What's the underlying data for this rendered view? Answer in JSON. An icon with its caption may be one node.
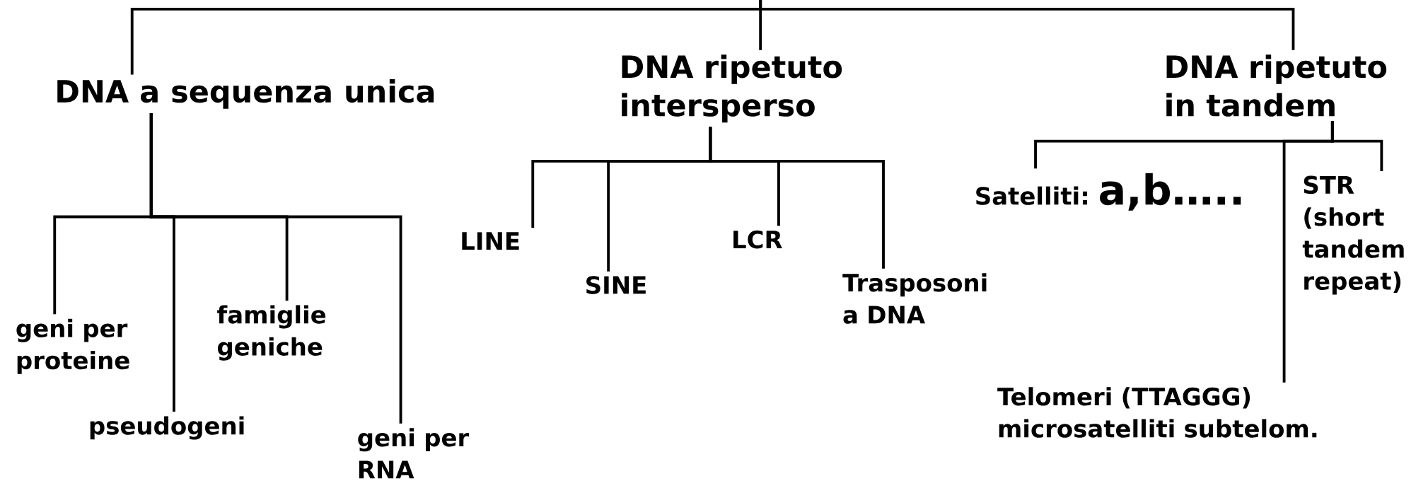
{
  "diagram": {
    "nodes": [
      {
        "text": [
          "DNA a sequenza unica"
        ]
      },
      {
        "text": [
          "DNA ripetuto intersperso"
        ]
      },
      {
        "text": [
          "DNA ripetuto in tandem"
        ]
      },
      {
        "text": [
          "geni per proteine"
        ]
      },
      {
        "text": [
          "pseudogeni"
        ]
      },
      {
        "text": [
          "famiglie geniche"
        ]
      },
      {
        "text": [
          "geni per RNA"
        ]
      },
      {
        "text": [
          "LINE"
        ]
      },
      {
        "text": [
          "SINE"
        ]
      },
      {
        "text": [
          "LCR"
        ]
      },
      {
        "text": [
          "Trasposoni a DNA"
        ]
      },
      {
        "text": [
          "Satelliti:",
          "a,b….."
        ]
      },
      {
        "text": [
          "Telomeri (TTAGGG) microsatelliti subtelom."
        ]
      },
      {
        "text": [
          "STR (short tandem repeat)"
        ]
      }
    ],
    "edges": [
      {
        "from": null,
        "to": 0,
        "arrow": "none"
      },
      {
        "from": null,
        "to": 1,
        "arrow": "none"
      },
      {
        "from": null,
        "to": 2,
        "arrow": "none"
      },
      {
        "from": 0,
        "to": 3,
        "arrow": "none"
      },
      {
        "from": 0,
        "to": 4,
        "arrow": "none"
      },
      {
        "from": 0,
        "to": 5,
        "arrow": "none"
      },
      {
        "from": 0,
        "to": 6,
        "arrow": "none"
      },
      {
        "from": 1,
        "to": 7,
        "arrow": "none"
      },
      {
        "from": 1,
        "to": 8,
        "arrow": "none"
      },
      {
        "from": 1,
        "to": 9,
        "arrow": "none"
      },
      {
        "from": 1,
        "to": 10,
        "arrow": "none"
      },
      {
        "from": 2,
        "to": 11,
        "arrow": "none"
      },
      {
        "from": 2,
        "to": 12,
        "arrow": "none"
      },
      {
        "from": 2,
        "to": 13,
        "arrow": "none"
      }
    ]
  }
}
